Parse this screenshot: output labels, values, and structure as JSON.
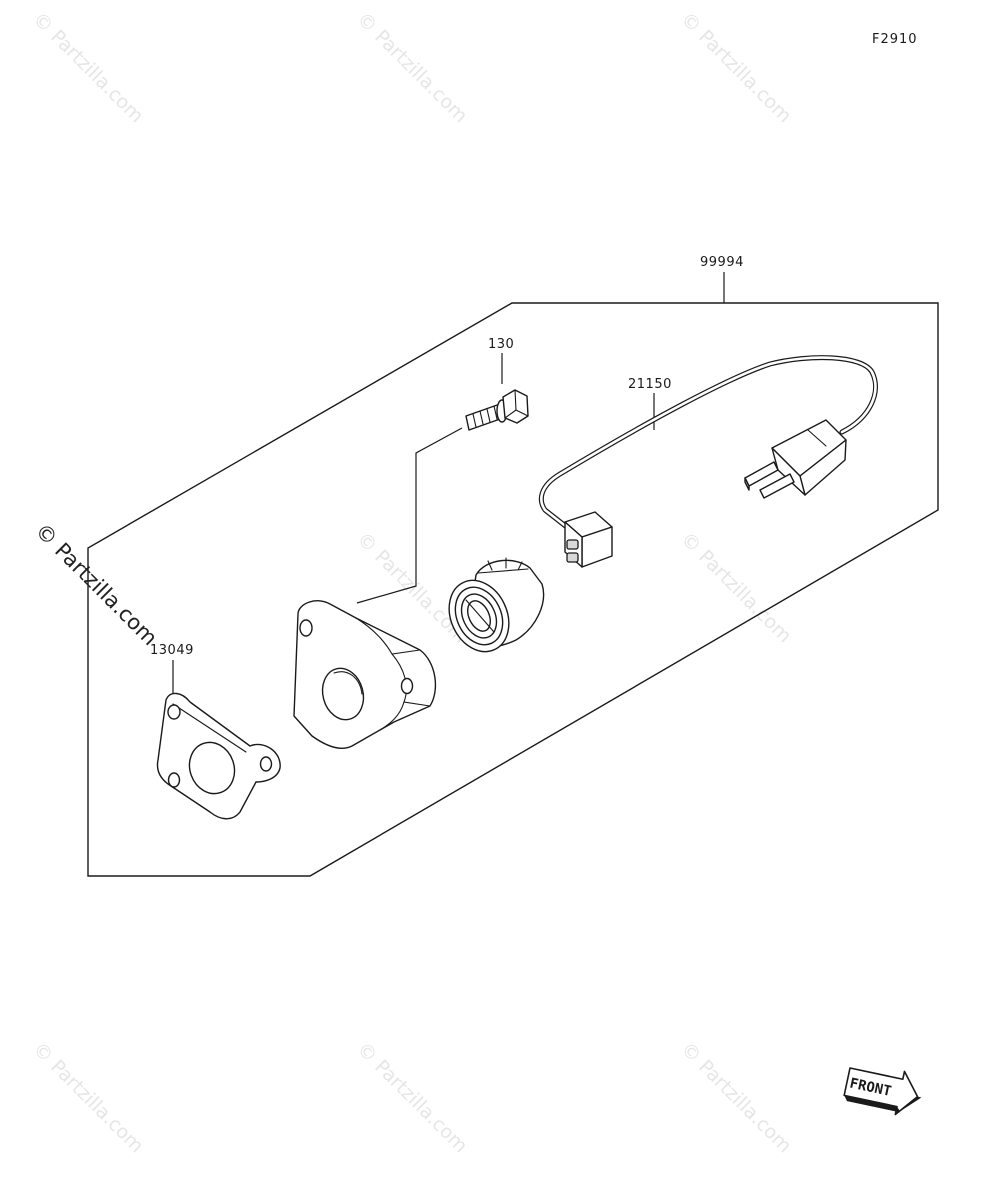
{
  "diagram": {
    "id": "F2910",
    "parts": [
      {
        "number": "99994"
      },
      {
        "number": "130"
      },
      {
        "number": "21150"
      },
      {
        "number": "13049"
      }
    ],
    "front_label": "FRONT"
  },
  "watermark": {
    "text": "© Partzilla.com"
  }
}
